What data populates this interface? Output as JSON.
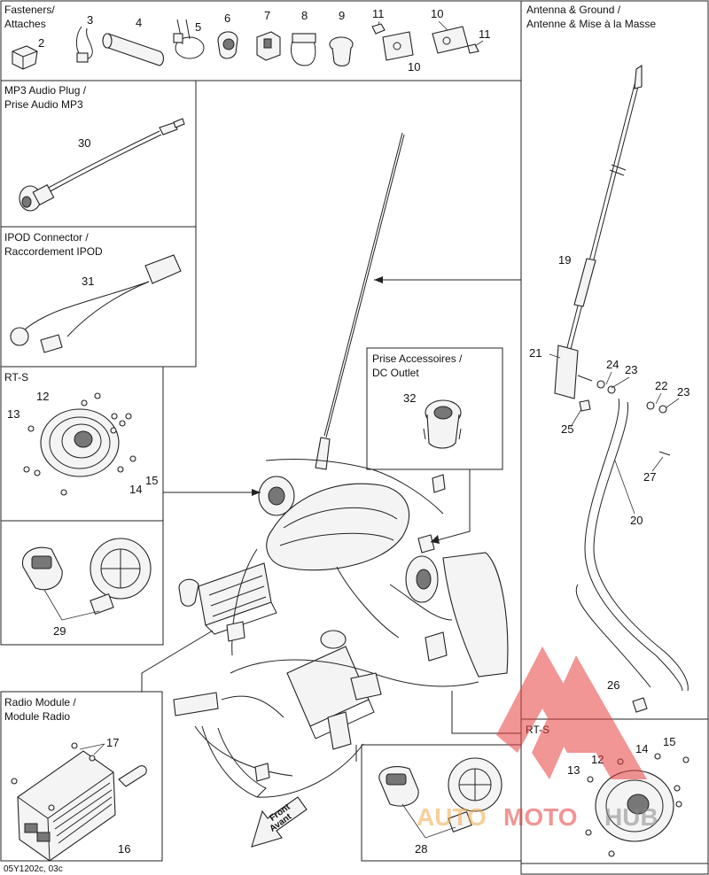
{
  "sections": {
    "fasteners": "Fasteners/\nAttaches",
    "antenna": "Antenna & Ground /\nAntenne & Mise à la Masse",
    "mp3": "MP3 Audio Plug /\nPrise Audio MP3",
    "ipod": "IPOD Connector /\nRaccordement IPOD",
    "rts_left": "RT-S",
    "dc": "Prise Accessoires /\nDC Outlet",
    "radio": "Radio Module /\nModule Radio",
    "rts_right": "RT-S"
  },
  "front": {
    "line1": "Front",
    "line2": "Avant"
  },
  "code": "05Y1202c, 03c",
  "watermark": {
    "part1": "AUTO",
    "part2": "MOTO",
    "part3": "HUB"
  },
  "labels": {
    "p2": "2",
    "p3": "3",
    "p4": "4",
    "p5": "5",
    "p6": "6",
    "p7": "7",
    "p8": "8",
    "p9": "9",
    "p10a": "10",
    "p10b": "10",
    "p11a": "11",
    "p11b": "11",
    "p30": "30",
    "p31": "31",
    "p12": "12",
    "p13": "13",
    "p14": "14",
    "p15": "15",
    "p29": "29",
    "p32": "32",
    "p19": "19",
    "p21": "21",
    "p24": "24",
    "p23a": "23",
    "p22": "22",
    "p23b": "23",
    "p25": "25",
    "p27": "27",
    "p20": "20",
    "p26": "26",
    "p17": "17",
    "p16": "16",
    "p28": "28",
    "p12r": "12",
    "p13r": "13",
    "p14r": "14",
    "p15r": "15"
  }
}
